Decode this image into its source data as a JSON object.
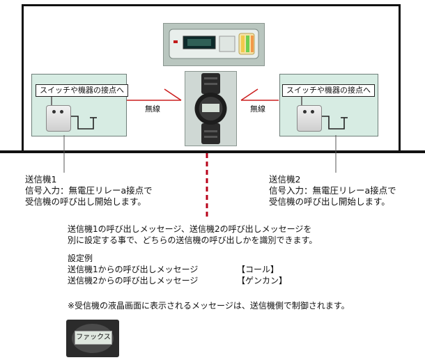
{
  "panels": {
    "left_label": "スイッチや機器の接点へ",
    "right_label": "スイッチや機器の接点へ"
  },
  "wireless": {
    "left": "無線",
    "right": "無線"
  },
  "transmitter1": {
    "title": "送信機1",
    "line1": "信号入力：無電圧リレーa接点で",
    "line2": "受信機の呼び出し開始します。"
  },
  "transmitter2": {
    "title": "送信機2",
    "line1": "信号入力：無電圧リレーa接点で",
    "line2": "受信機の呼び出し開始します。"
  },
  "description": {
    "line1": "送信機1の呼び出しメッセージ、送信機2の呼び出しメッセージを",
    "line2": "別に設定する事で、どちらの送信機の呼び出しかを識別できます。"
  },
  "example": {
    "heading": "設定例",
    "row1_label": "送信機1からの呼び出しメッセージ",
    "row1_value": "【コール】",
    "row2_label": "送信機2からの呼び出しメッセージ",
    "row2_value": "【ゲンカン】"
  },
  "footnote": "※受信機の液晶画面に表示されるメッセージは、送信機側で制御されます。",
  "watch_display": "ファックス",
  "colors": {
    "arrow": "#cc1f1f",
    "dashed_line": "#b8001a",
    "panel_bg": "#d7ece3",
    "device_top_bg": "#c9d7cf"
  }
}
